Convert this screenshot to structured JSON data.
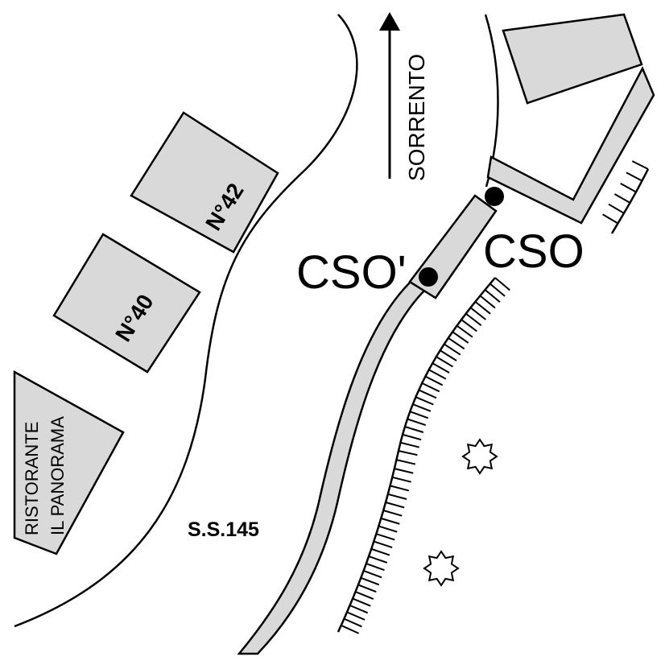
{
  "map": {
    "direction_label": "SORRENTO",
    "road_label": "S.S.145",
    "point_a_label": "CSO'",
    "point_b_label": "CSO",
    "buildings": {
      "n42": "N°42",
      "n40": "N°40",
      "restaurant_line1": "RISTORANTE",
      "restaurant_line2": "IL PANORAMA"
    },
    "colors": {
      "building_fill": "#d9d9d9",
      "line": "#000000",
      "background": "#ffffff"
    }
  }
}
